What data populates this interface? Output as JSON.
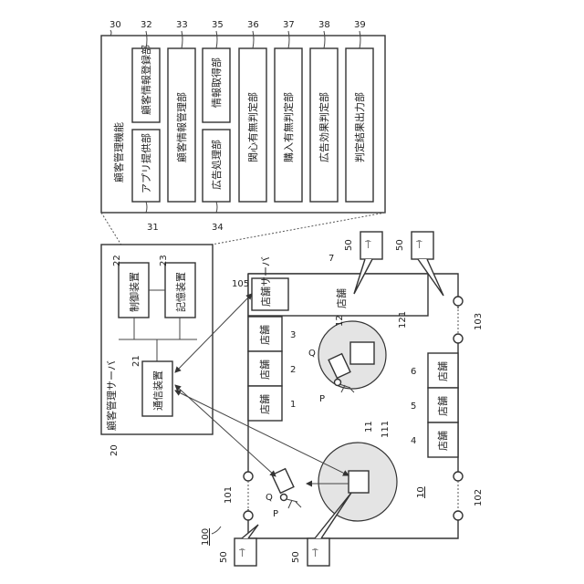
{
  "function_block": {
    "ref": "30",
    "title": "顧客管理機能",
    "units": [
      {
        "ref": "31",
        "label": "アプリ提供部"
      },
      {
        "ref": "32",
        "label": "顧客情報登録部"
      },
      {
        "ref": "33",
        "label": "顧客情報管理部"
      },
      {
        "ref": "34",
        "label": "広告処理部"
      },
      {
        "ref": "35",
        "label": "情報取得部"
      },
      {
        "ref": "36",
        "label": "関心有無判定部"
      },
      {
        "ref": "37",
        "label": "購入有無判定部"
      },
      {
        "ref": "38",
        "label": "広告効果判定部"
      },
      {
        "ref": "39",
        "label": "判定結果出力部"
      }
    ]
  },
  "server": {
    "ref": "20",
    "title": "顧客管理サーバ",
    "comm": {
      "ref": "21",
      "label": "通信装置"
    },
    "control": {
      "ref": "22",
      "label": "制御装置"
    },
    "storage": {
      "ref": "23",
      "label": "記憶装置"
    }
  },
  "facility": {
    "ref": "7",
    "system_ref": "100",
    "area_ref": "10",
    "store_server": {
      "ref": "105",
      "label": "店舗サーバ"
    },
    "big_store": {
      "label": "店舗"
    },
    "stores": [
      {
        "ref": "1",
        "label": "店舗"
      },
      {
        "ref": "2",
        "label": "店舗"
      },
      {
        "ref": "3",
        "label": "店舗"
      },
      {
        "ref": "4",
        "label": "店舗"
      },
      {
        "ref": "5",
        "label": "店舗"
      },
      {
        "ref": "6",
        "label": "店舗"
      }
    ],
    "gates": [
      "101",
      "102",
      "103"
    ],
    "beacons": [
      {
        "ref": "11",
        "area_ref": "111"
      },
      {
        "ref": "12",
        "area_ref": "121"
      }
    ],
    "person_label": "P",
    "terminal_label": "Q",
    "antenna_ref": "50"
  }
}
